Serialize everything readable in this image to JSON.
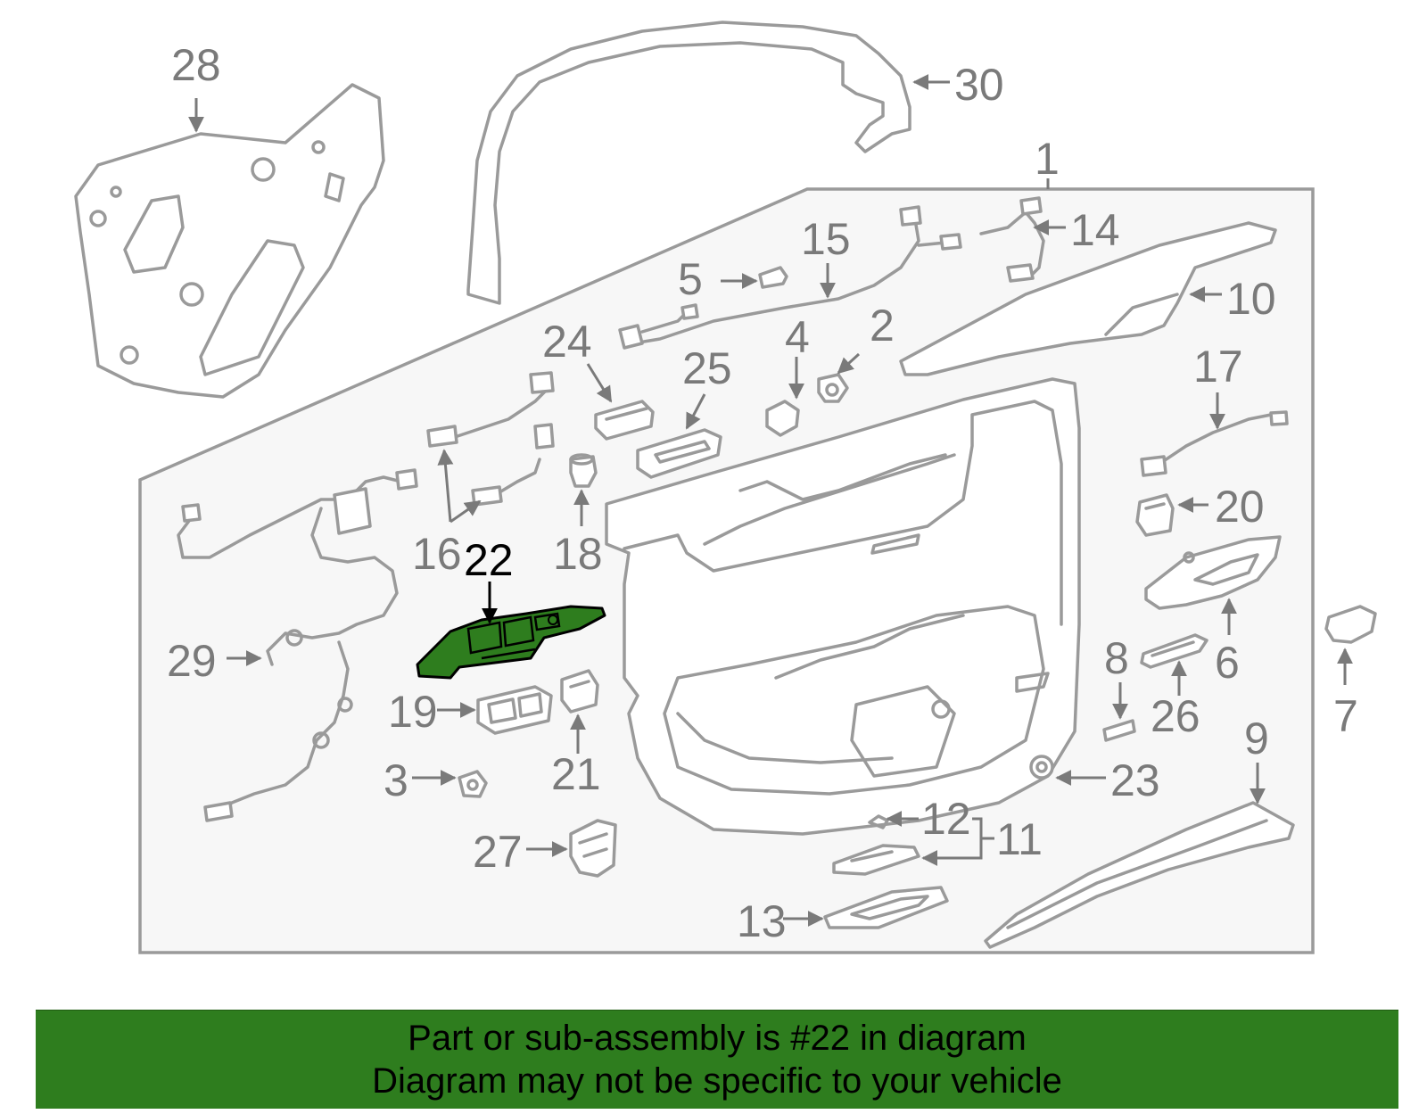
{
  "callouts": {
    "c1": "1",
    "c2": "2",
    "c3": "3",
    "c4": "4",
    "c5": "5",
    "c6": "6",
    "c7": "7",
    "c8": "8",
    "c9": "9",
    "c10": "10",
    "c11": "11",
    "c12": "12",
    "c13": "13",
    "c14": "14",
    "c15": "15",
    "c16": "16",
    "c17": "17",
    "c18": "18",
    "c19": "19",
    "c20": "20",
    "c21": "21",
    "c22": "22",
    "c23": "23",
    "c24": "24",
    "c25": "25",
    "c26": "26",
    "c27": "27",
    "c28": "28",
    "c29": "29",
    "c30": "30"
  },
  "highlighted_part": "22",
  "highlight_color": "#2e7d1e",
  "footer": {
    "line1": "Part or sub-assembly is #22 in diagram",
    "line2": "Diagram may not be specific to your vehicle",
    "background": "#2e7d1e"
  }
}
